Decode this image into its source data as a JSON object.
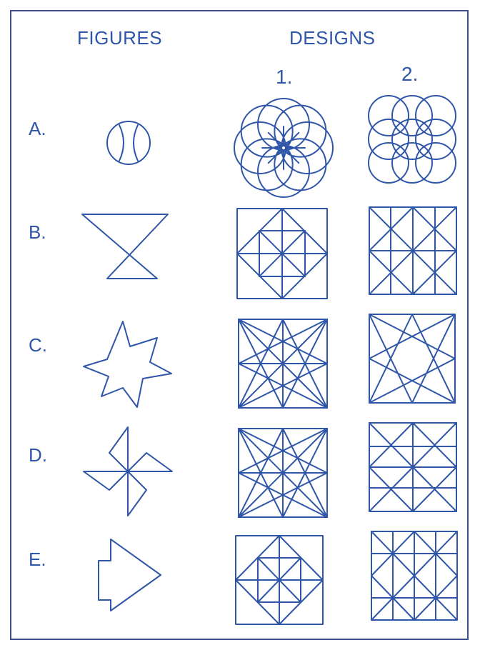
{
  "headers": {
    "figures": "FIGURES",
    "designs": "DESIGNS",
    "design_1": "1.",
    "design_2": "2."
  },
  "rows": [
    {
      "label": "A."
    },
    {
      "label": "B."
    },
    {
      "label": "C."
    },
    {
      "label": "D."
    },
    {
      "label": "E."
    }
  ],
  "colors": {
    "ink": "#2f56a8",
    "frame": "#3d4f8a"
  }
}
